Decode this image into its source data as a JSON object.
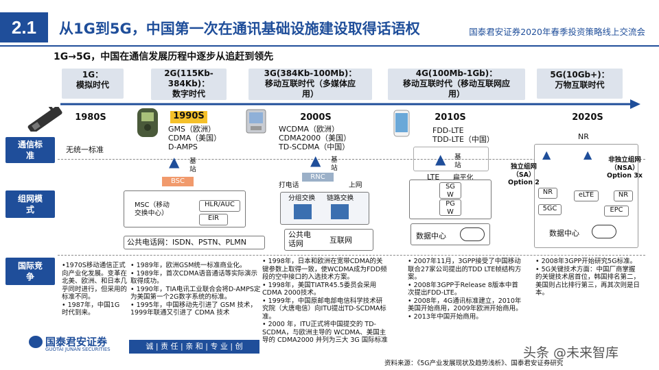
{
  "header": {
    "section": "2.1",
    "title": "从1G到5G，中国第一次在通讯基础设施建设取得话语权",
    "conference": "国泰君安证券2020年春季投资策略线上交流会"
  },
  "subtitle": "1G→5G，中国在通信发展历程中逐步从追赶到领先",
  "timeline": [
    {
      "gen": "1G：\n模拟时代",
      "era": "1980S"
    },
    {
      "gen": "2G(115Kb-\n384Kb)：\n数字时代",
      "era": "1990S"
    },
    {
      "gen": "3G(384Kb-100Mb)：\n移动互联时代（多媒体应\n用）",
      "era": "2000S"
    },
    {
      "gen": "4G(100Mb-1Gb)：\n移动互联时代（移动互联网应\n用）",
      "era": "2010S"
    },
    {
      "gen": "5G(10Gb+)：\n万物互联时代",
      "era": "2020S"
    }
  ],
  "rows": {
    "std": "通信标\n准",
    "net": "组网模\n式",
    "intl": "国际竞\n争"
  },
  "standards": {
    "1g": "无统一标准",
    "2g": "GMS（欧洲）\nCDMA（美国）\nD-AMPS",
    "3g": "WCDMA（欧洲）\nCDMA2000（美国）\nTD-SCDMA（中国）",
    "4g": "FDD-LTE\nTDD-LTE（中国）",
    "5g": "NR"
  },
  "net2g": {
    "station": "基\n站",
    "bsc": "BSC",
    "msc": "MSC（移动\n交换中心）",
    "hlr": "HLR/AUC",
    "eir": "EIR",
    "pstn": "公共电话网：ISDN、PSTN、PLMN"
  },
  "net3g": {
    "station": "基\n站",
    "rnc": "RNC",
    "call": "打电话",
    "web": "上网",
    "cs": "分组交换",
    "ps": "链路交换",
    "pstn": "公共电\n话网",
    "internet": "互联网"
  },
  "net4g": {
    "station": "基\n站",
    "lte": "LTE",
    "flat": "扁平化",
    "sgw": "SG\nW",
    "pgw": "PG\nW",
    "dc": "数据中心"
  },
  "net5g": {
    "sa": "独立组网\n（SA）\nOption 2",
    "nsa": "非独立组网\n（NSA）\nOption 3x",
    "nr1": "NR",
    "elte": "eLTE",
    "nr2": "NR",
    "gc": "5GC",
    "epc": "EPC",
    "dc": "数据中心"
  },
  "intl": {
    "1g": "•1970S移动通信正式向产业化发展。变革在北美、欧洲、和日本几乎同时进行，但采用的标准不同。\n• 1987年，中国1G 时代到来。",
    "2g": "• 1989年，欧洲GSM统一标准商业化。\n• 1989年，首次CDMA语音通话等实际演示取得成功。\n• 1990年，TIA电讯工业联合会将D-AMPS定为美国第一个2G数字系统的标准。\n• 1995年，中国移动先引进了 GSM 技术，1999年联通又引进了 CDMA 技术",
    "3g": "• 1998年，日本和欧洲在宽带CDMA的关键参数上取得一致，使WCDMA成为FDD频段的空中接口的入选技术方案。\n• 1998年，美国TIATR45.5委员会采用CDMA 2000技术。\n• 1999年，中国原邮电部电信科学技术研究院（大唐电信）向ITU提出TD-SCDMA标准。\n• 2000 年，ITU正式将中国提交的 TD-SCDMA，与欧洲主导的 WCDMA、美国主导的 CDMA2000 并列为三大 3G 国际标准",
    "4g": "• 2007年11月，3GPP接受了中国移动联合27家公司提出的TDD LTE帧结构方案。\n• 2008年3GPP于Release 8版本中首次提出FDD-LTE。\n• 2008年，4G通讯标准建立，2010年美国开始商用，2009年欧洲开始商用。\n• 2013年中国开始商用。",
    "5g": "• 2008年3GPP开始研究5G标准。\n• 5G关键技术方面：中国厂商掌握的关键技术居首位，韩国排名第二，美国则占比排行第三，再其次则是日本。"
  },
  "footer": {
    "logo": "国泰君安证券",
    "logo_en": "GUOTAI JUNAN SECURITIES",
    "motto": "诚 | 责 任 | 亲 和 | 专 业 | 创",
    "source": "资料来源：《5G产业发展现状及趋势浅析》、国泰君安证券研究",
    "watermark": "头条 @未来智库"
  }
}
